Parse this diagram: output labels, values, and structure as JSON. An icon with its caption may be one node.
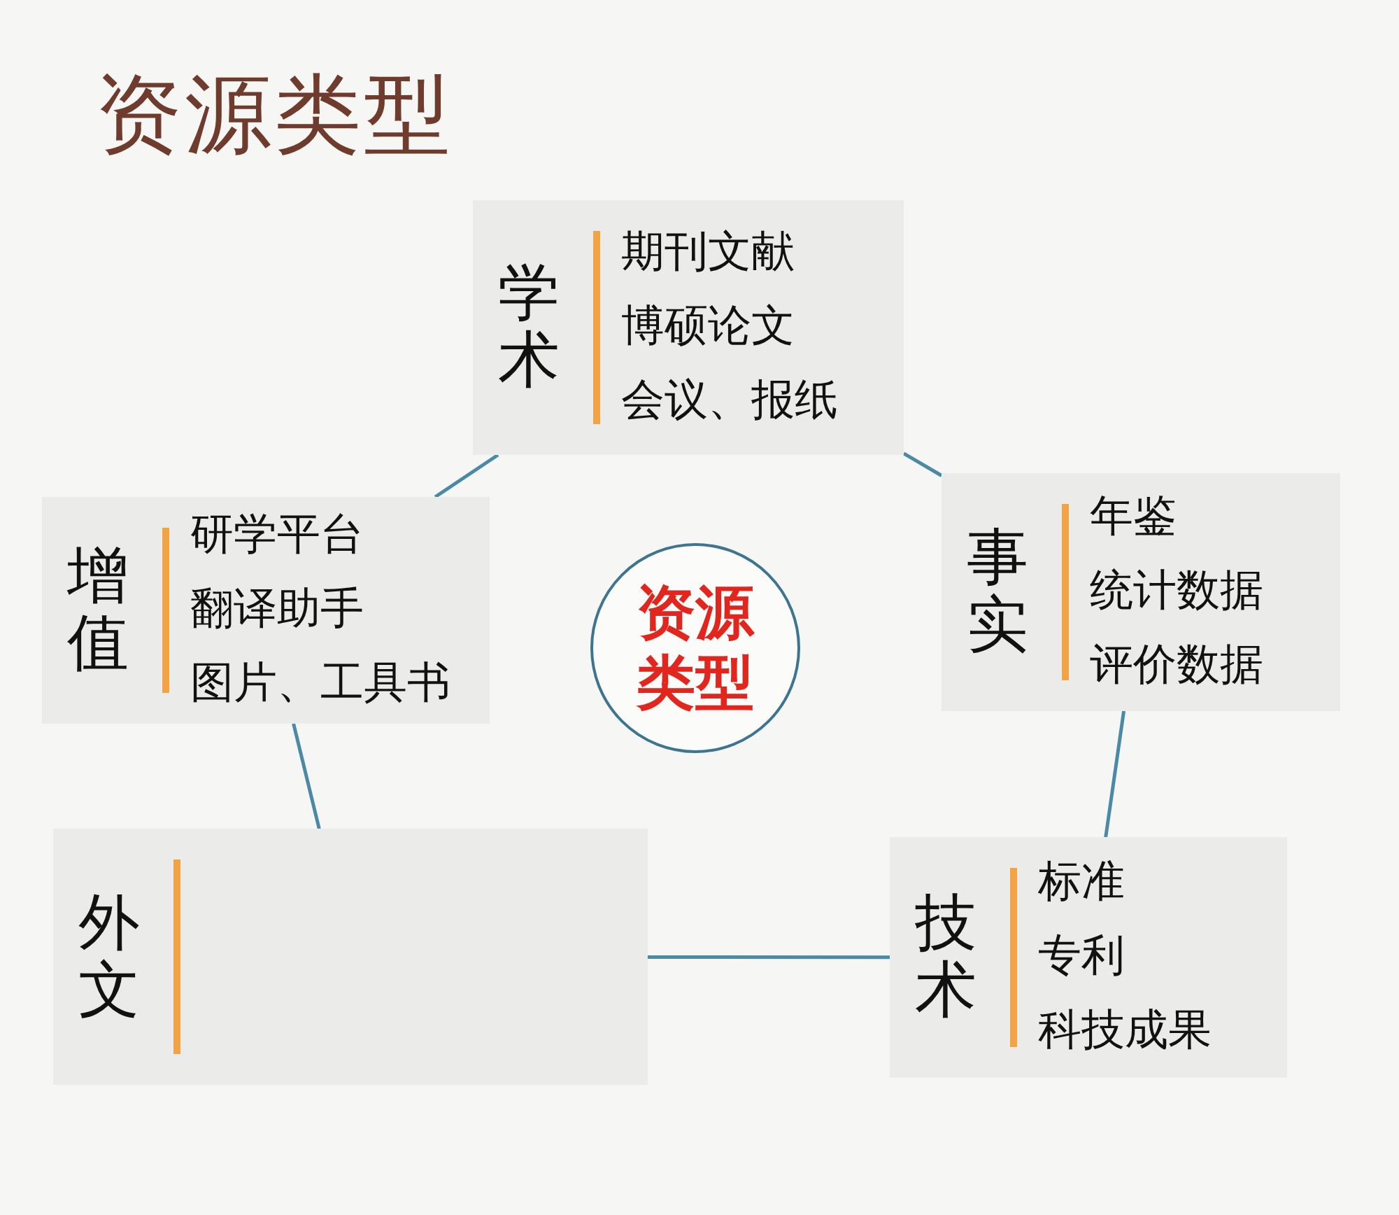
{
  "diagram": {
    "title": "资源类型",
    "nodes": [
      {
        "text": [
          "学术",
          "期刊文献",
          "博硕论文",
          "会议、报纸"
        ]
      },
      {
        "text": [
          "事实",
          "年鉴",
          "统计数据",
          "评价数据"
        ]
      },
      {
        "text": [
          "技术",
          "标准",
          "专利",
          "科技成果"
        ]
      },
      {
        "text": [
          "外文"
        ]
      },
      {
        "text": [
          "增值",
          "研学平台",
          "翻译助手",
          "图片、工具书"
        ]
      },
      {
        "text": [
          "资源类型"
        ]
      }
    ],
    "edges": [
      {
        "from": 0,
        "to": 1,
        "arrow": "none"
      },
      {
        "from": 1,
        "to": 2,
        "arrow": "none"
      },
      {
        "from": 2,
        "to": 3,
        "arrow": "none"
      },
      {
        "from": 3,
        "to": 4,
        "arrow": "none"
      },
      {
        "from": 4,
        "to": 0,
        "arrow": "none"
      }
    ]
  }
}
